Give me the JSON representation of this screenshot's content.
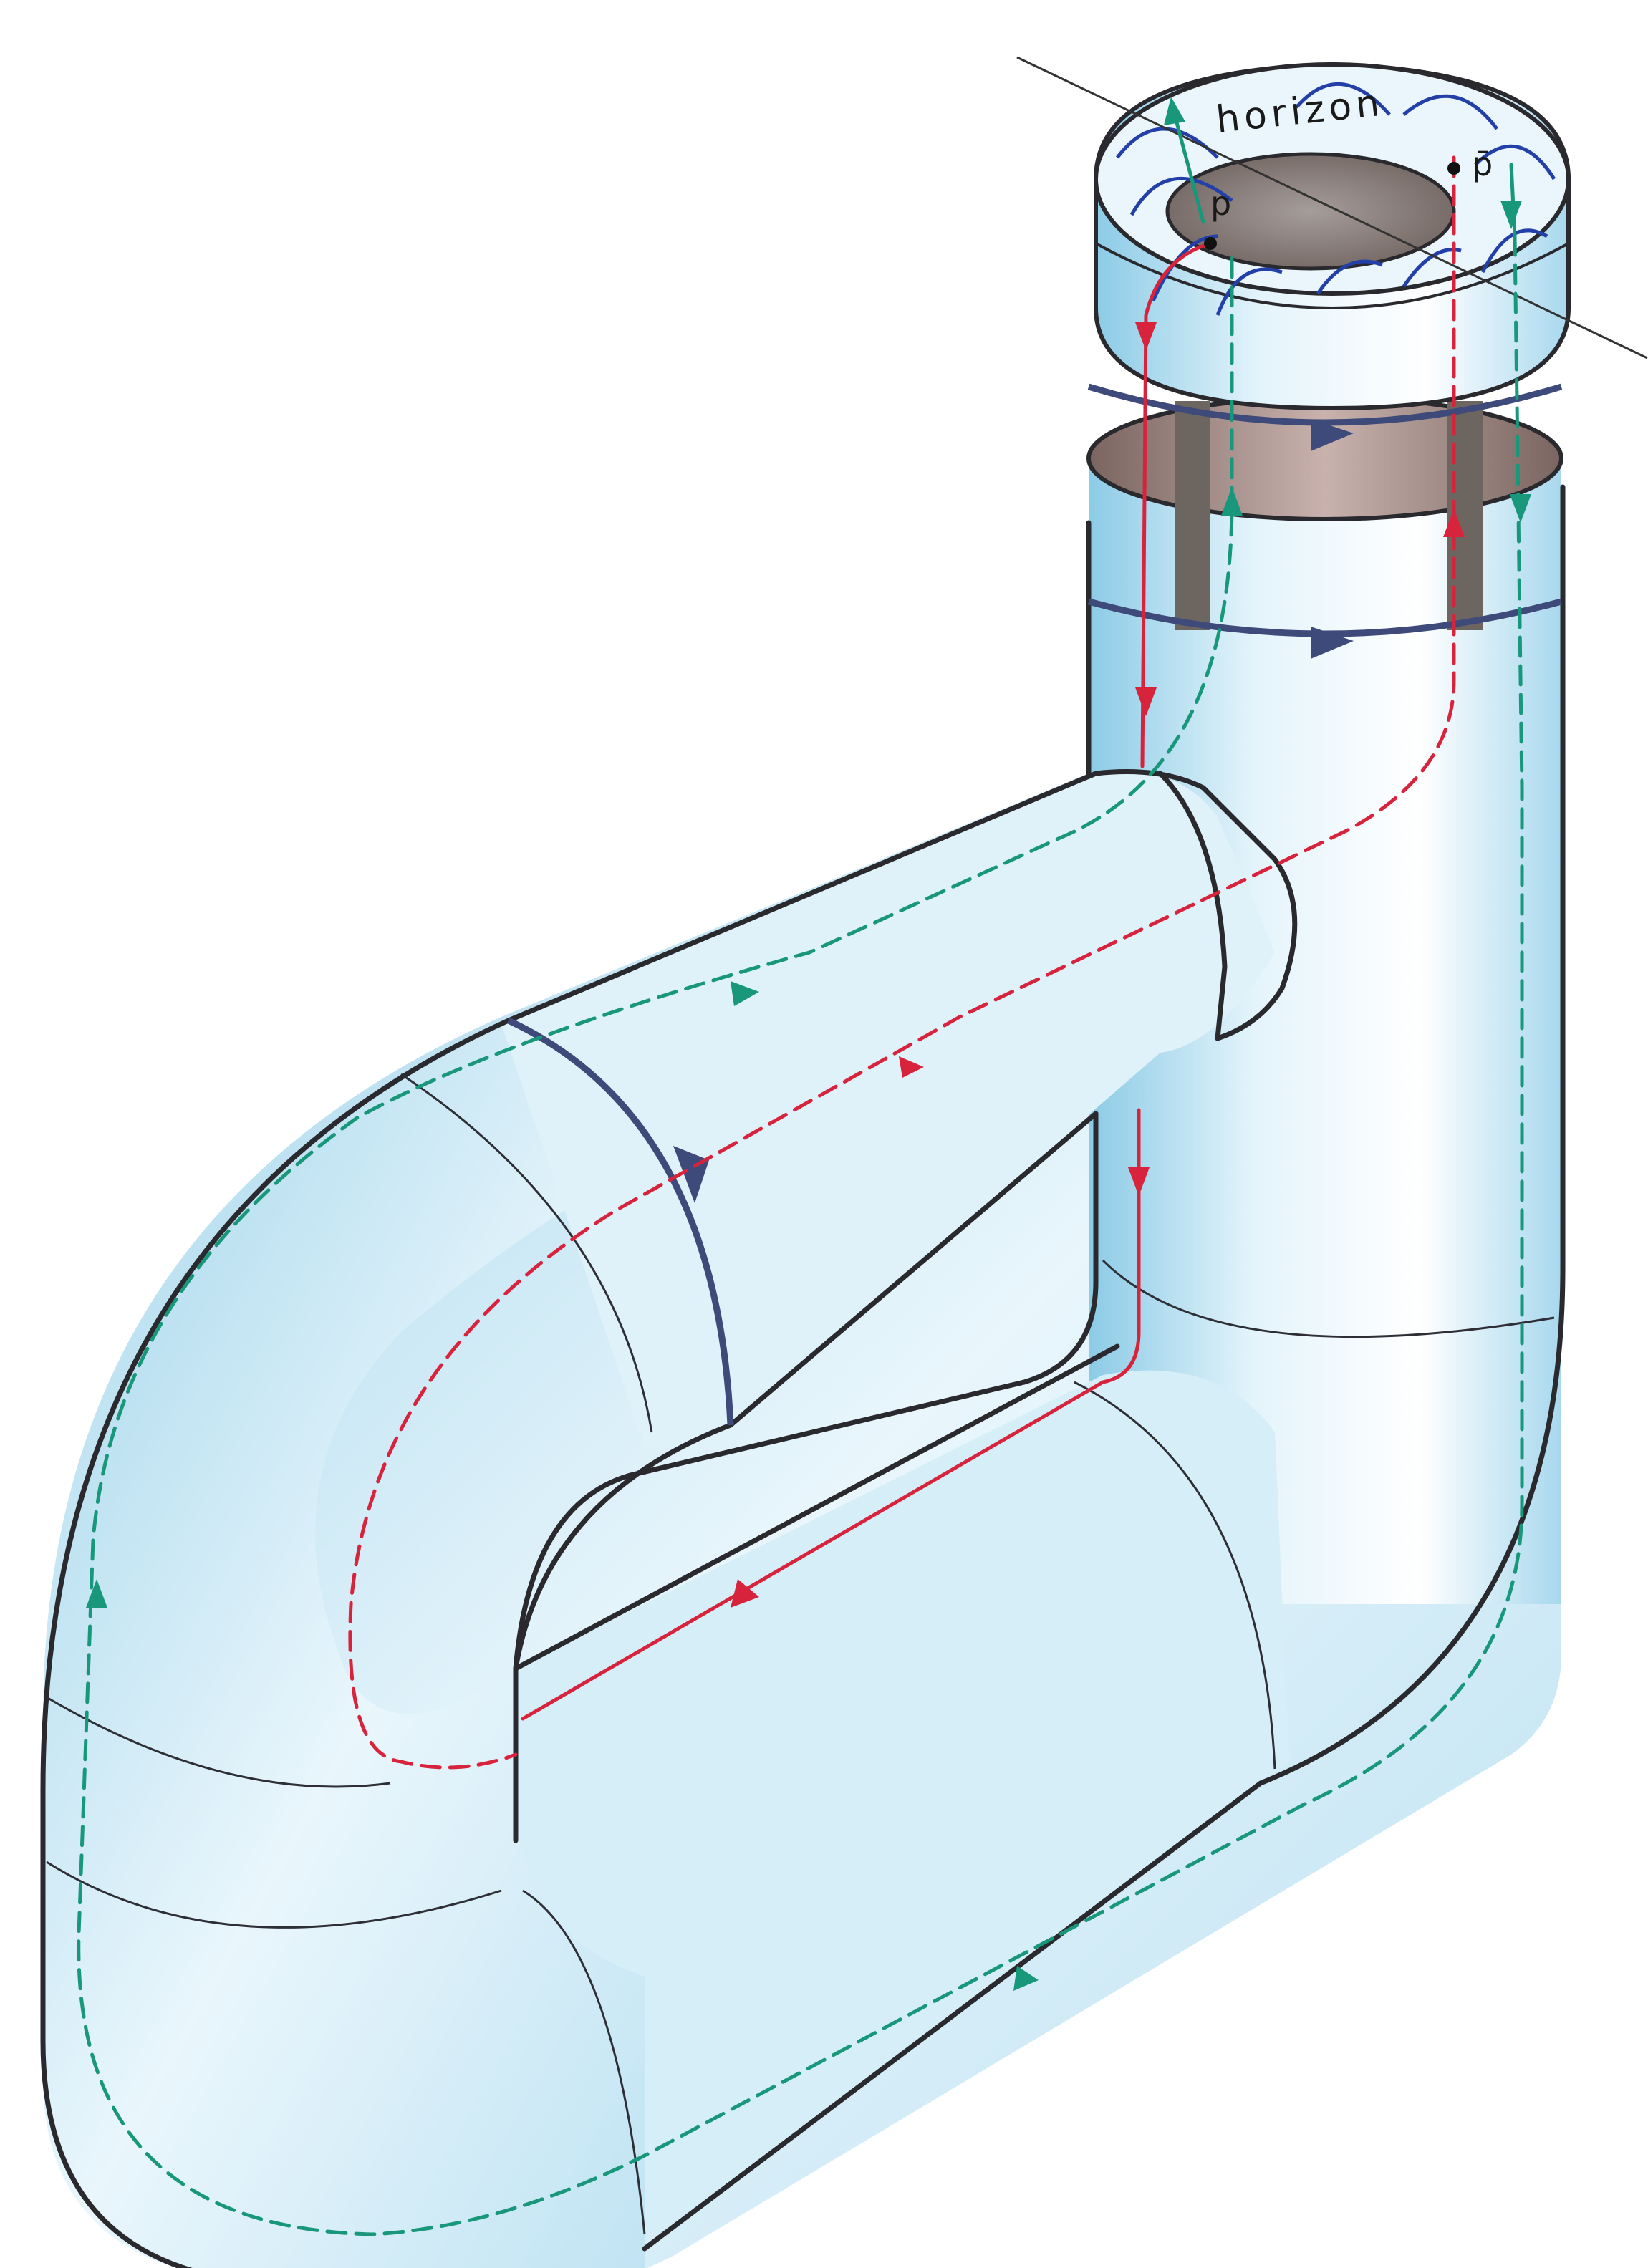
{
  "labels": {
    "horizon": "horizon",
    "p": "p",
    "p_bar": "p̄"
  },
  "colors": {
    "tube_fill": "#d3ecf6",
    "tube_shade": "#9fd4ea",
    "outline": "#2a2a2e",
    "inner_surface": "#8b7d78",
    "red_path": "#d8233c",
    "green_path": "#18977b",
    "blue_field": "#2340a8",
    "ring_arrow": "#3e4a7a"
  },
  "icons": [
    "arrowhead-icon"
  ]
}
